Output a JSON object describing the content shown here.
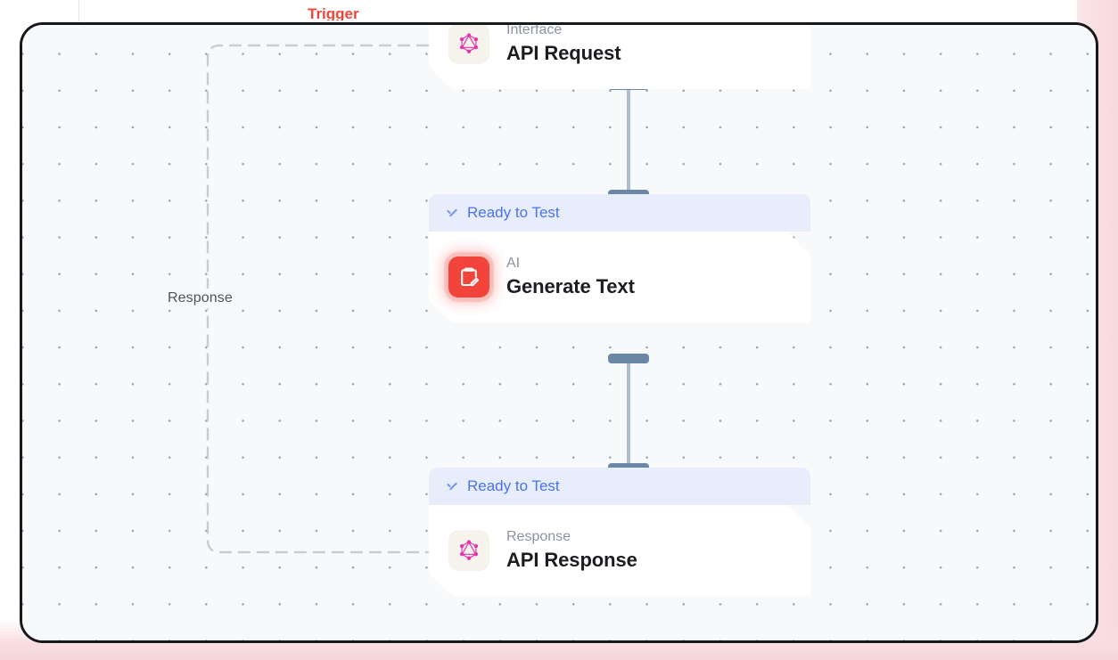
{
  "canvas": {
    "background_color": "#f7f9fb",
    "frame_color": "#17181c",
    "grid_dot_color": "#9aa0ad"
  },
  "trigger_label": {
    "text": "Trigger",
    "color": "#f2443a"
  },
  "edges": {
    "feedback": {
      "label": "Response",
      "style": "dashed",
      "color": "#c9ccd4"
    },
    "handle_color": "#6b87a6",
    "line_color": "#adbdd0"
  },
  "status": {
    "ready_label": "Ready to Test",
    "icon": "check-icon",
    "text_color": "#4a73ef",
    "background_color": "#e7edfb"
  },
  "nodes": [
    {
      "id": "api-request",
      "status": null,
      "kind": "Interface",
      "title": "API Request",
      "icon": "graphql-icon",
      "icon_style": "graphql",
      "icon_color": "#e535ab"
    },
    {
      "id": "generate-text",
      "status": "Ready to Test",
      "kind": "AI",
      "title": "Generate Text",
      "icon": "clipboard-pencil-icon",
      "icon_style": "ai",
      "icon_color": "#f2443a"
    },
    {
      "id": "api-response",
      "status": "Ready to Test",
      "kind": "Response",
      "title": "API Response",
      "icon": "graphql-icon",
      "icon_style": "graphql",
      "icon_color": "#e535ab"
    }
  ]
}
